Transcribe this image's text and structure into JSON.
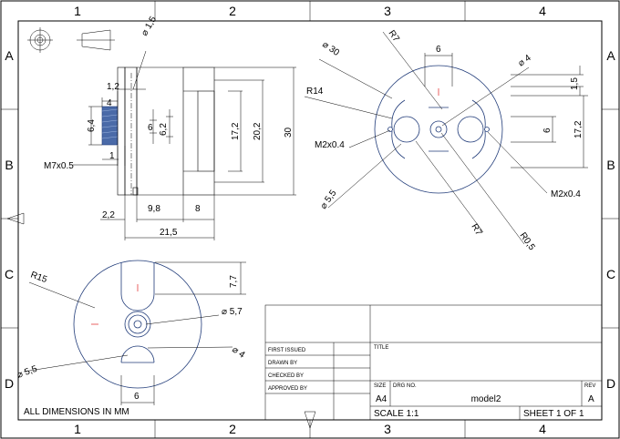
{
  "border": {
    "columns": [
      "1",
      "2",
      "3",
      "4"
    ],
    "rows": [
      "A",
      "B",
      "C",
      "D"
    ]
  },
  "side_view": {
    "dims": {
      "d1_5": "⌀ 1,5",
      "d1_2": "1,2",
      "d4": "4",
      "d6_4": "6,4",
      "d6": "6",
      "d6_2": "6,2",
      "d17_2": "17,2",
      "d20_2": "20,2",
      "d30": "30",
      "m7": "M7x0.5",
      "d1": "1",
      "d2_2": "2,2",
      "d9_8": "9,8",
      "d8": "8",
      "d21_5": "21,5"
    }
  },
  "front_view": {
    "dims": {
      "r7_top": "R7",
      "d6": "6",
      "d30": "⌀ 30",
      "d4": "⌀ 4",
      "d1_5": "1,5",
      "r14": "R14",
      "m2_left": "M2x0.4",
      "d6_right": "6",
      "d17_2": "17,2",
      "d5_5": "⌀ 5,5",
      "m2_right": "M2x0.4",
      "r7_bottom": "R7",
      "r0_5": "R0,5"
    }
  },
  "bottom_view": {
    "dims": {
      "r15": "R15",
      "d7_7": "7,7",
      "d5_7": "⌀ 5,7",
      "d4": "⌀ 4",
      "d5_5": "⌀ 5,5",
      "d6": "6"
    }
  },
  "notes": {
    "units": "ALL DIMENSIONS IN MM"
  },
  "title_block": {
    "first_issued": "FIRST ISSUED",
    "drawn_by": "DRAWN BY",
    "checked_by": "CHECKED BY",
    "approved_by": "APPROVED BY",
    "title_label": "TITLE",
    "size_label": "SIZE",
    "size_value": "A4",
    "drg_label": "DRG NO.",
    "drg_value": "model2",
    "rev_label": "REV",
    "rev_value": "A",
    "scale": "SCALE 1:1",
    "sheet": "SHEET 1 OF 1"
  }
}
